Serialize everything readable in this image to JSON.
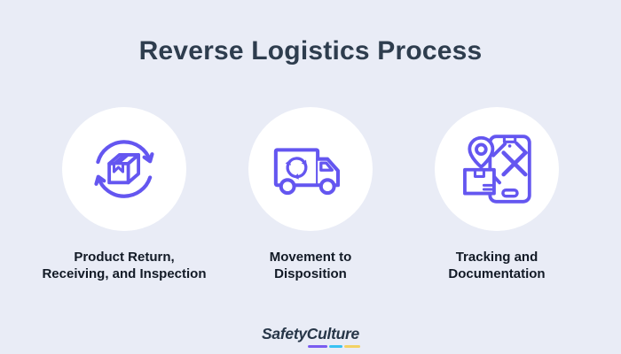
{
  "title": "Reverse Logistics Process",
  "steps": [
    {
      "name": "product-return-receiving-inspection",
      "icon": "box-circular-arrows-icon",
      "label": "Product Return,\nReceiving, and Inspection"
    },
    {
      "name": "movement-to-disposition",
      "icon": "recycle-truck-icon",
      "label": "Movement to\nDisposition"
    },
    {
      "name": "tracking-and-documentation",
      "icon": "phone-map-tracking-icon",
      "label": "Tracking and\nDocumentation"
    }
  ],
  "branding": {
    "logo_first": "Safety",
    "logo_second": "Culture"
  },
  "colors": {
    "background": "#e9ecf6",
    "circle_background": "#ffffff",
    "icon_accent": "#6456f0",
    "title_text": "#2e3d4e",
    "label_text": "#121a26",
    "logo_text": "#273648",
    "logo_underline_purple": "#7a5cf0",
    "logo_underline_blue": "#38c2f2",
    "logo_underline_yellow": "#f2d264"
  }
}
